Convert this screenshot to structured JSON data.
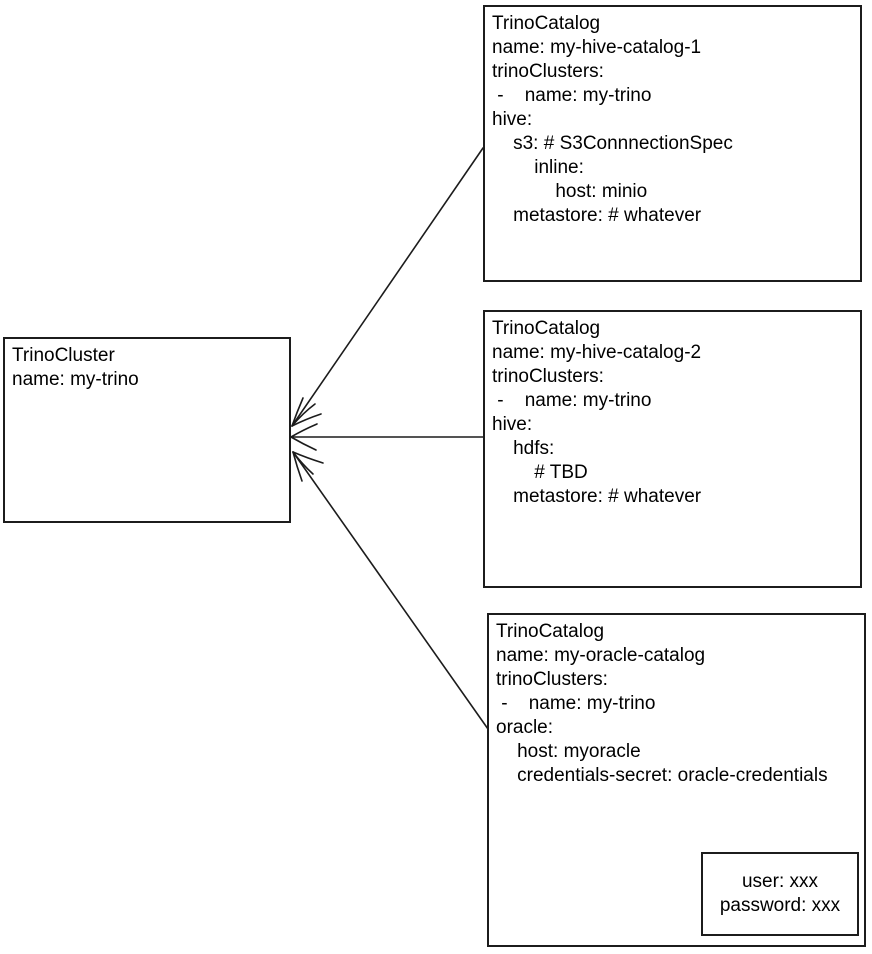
{
  "diagram": {
    "title": "TrinoCluster / TrinoCatalog relationship diagram",
    "colors": {
      "background": "#ffffff",
      "stroke": "#1c1c1c",
      "text": "#000000"
    },
    "cluster": {
      "lines": [
        "TrinoCluster",
        "name: my-trino"
      ]
    },
    "catalogs": [
      {
        "name": "my-hive-catalog-1",
        "lines": [
          "TrinoCatalog",
          "name: my-hive-catalog-1",
          "trinoClusters:",
          " -    name: my-trino",
          "hive:",
          "    s3: # S3ConnnectionSpec",
          "        inline:",
          "            host: minio",
          "    metastore: # whatever"
        ]
      },
      {
        "name": "my-hive-catalog-2",
        "lines": [
          "TrinoCatalog",
          "name: my-hive-catalog-2",
          "trinoClusters:",
          " -    name: my-trino",
          "hive:",
          "    hdfs:",
          "        # TBD",
          "    metastore: # whatever"
        ]
      },
      {
        "name": "my-oracle-catalog",
        "lines": [
          "TrinoCatalog",
          "name: my-oracle-catalog",
          "trinoClusters:",
          " -    name: my-trino",
          "oracle:",
          "    host: myoracle",
          "    credentials-secret: oracle-credentials"
        ]
      }
    ],
    "secret": {
      "lines": [
        "user: xxx",
        "password: xxx"
      ]
    }
  }
}
